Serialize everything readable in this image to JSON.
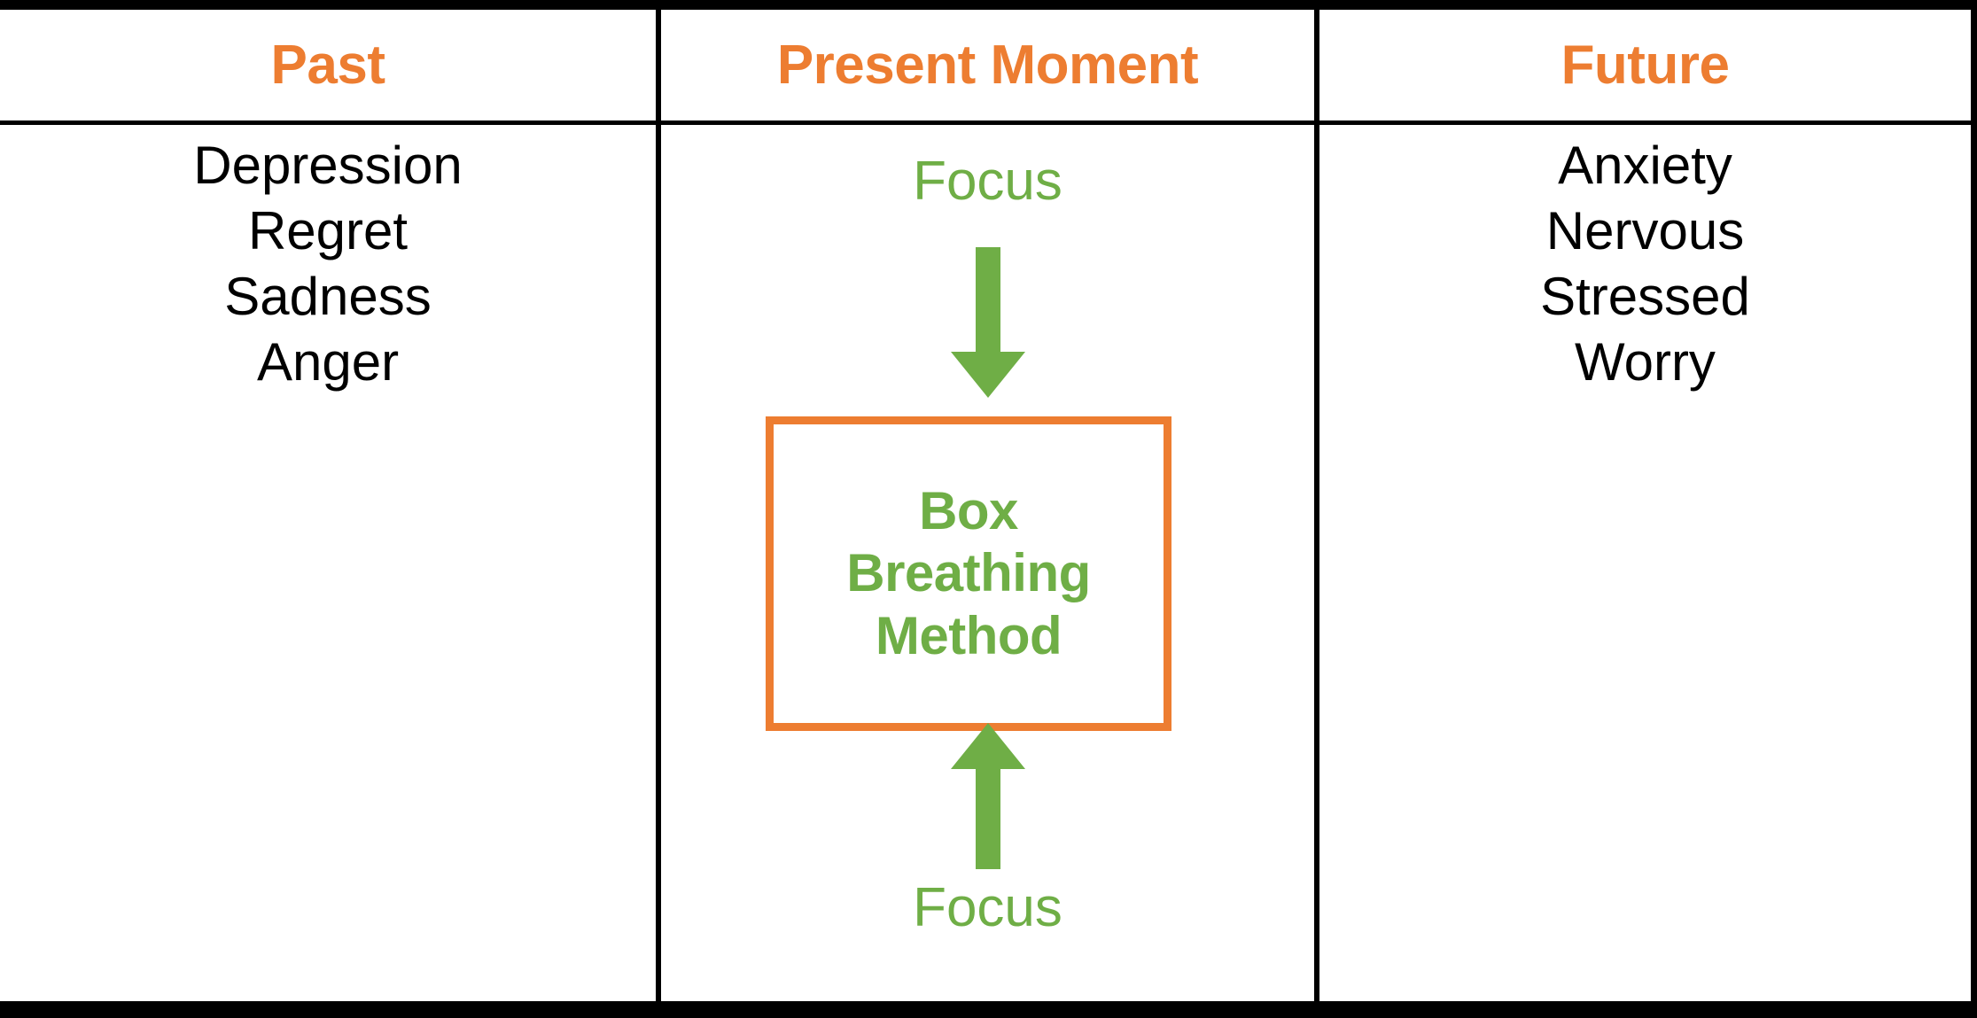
{
  "colors": {
    "header_orange": "#ED7D31",
    "accent_green": "#6FAE46",
    "box_border_orange": "#ED7D31",
    "rule_black": "#000000",
    "background": "#FFFFFF",
    "body_text": "#000000"
  },
  "table": {
    "columns": [
      {
        "header": "Past",
        "items": [
          "Depression",
          "Regret",
          "Sadness",
          "Anger"
        ]
      },
      {
        "header": "Present Moment",
        "items": []
      },
      {
        "header": "Future",
        "items": [
          "Anxiety",
          "Nervous",
          "Stressed",
          "Worry"
        ]
      }
    ]
  },
  "center": {
    "focus_top": "Focus",
    "focus_bottom": "Focus",
    "arrow_down_icon": "arrow-down-icon",
    "arrow_up_icon": "arrow-up-icon",
    "box": {
      "line1": "Box",
      "line2": "Breathing",
      "line3": "Method"
    }
  }
}
